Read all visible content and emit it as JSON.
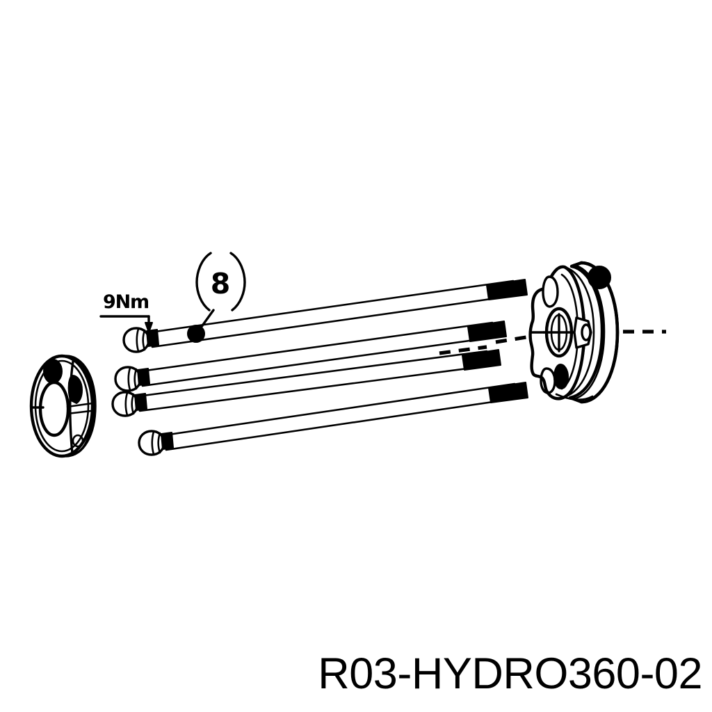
{
  "document": {
    "type": "exploded-assembly-drawing",
    "background_color": "#ffffff",
    "ink_color": "#000000",
    "part_number": "R03-HYDRO360-02"
  },
  "annotations": {
    "torque_label": "9Nm",
    "callout_number": "8",
    "callout_prefix": "(",
    "callout_suffix": ")"
  },
  "components": [
    {
      "id": "split-collar",
      "name": "split clamping collar",
      "position": "left",
      "features": [
        "center-bore",
        "bolt-hole",
        "split-seam"
      ]
    },
    {
      "id": "bolt-set",
      "name": "long socket bolts",
      "quantity": 4,
      "features": [
        "hex-head",
        "threaded-black-tip"
      ]
    },
    {
      "id": "hub-flange",
      "name": "hydraulic hub flange housing",
      "position": "right",
      "features": [
        "scalloped-face",
        "center-bore-keyway",
        "bolt-holes",
        "cylindrical-body"
      ]
    },
    {
      "id": "centerline",
      "name": "assembly centerline",
      "style": "dashed"
    }
  ]
}
